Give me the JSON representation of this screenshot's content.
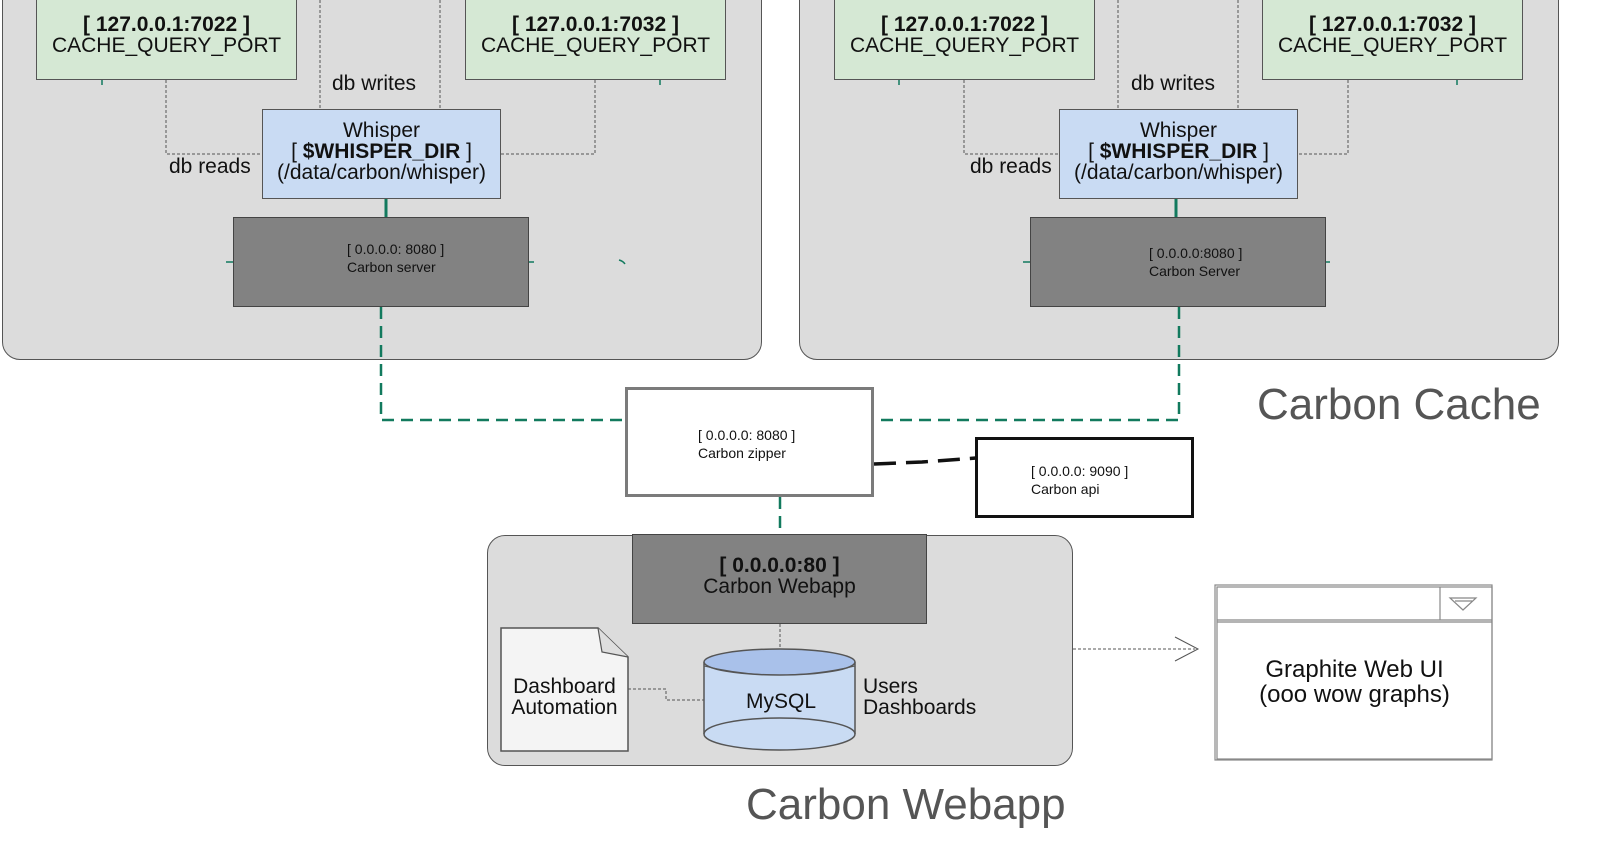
{
  "carbon_cache": {
    "title": "Carbon Cache",
    "left": {
      "port_a": {
        "addr": "[ 127.0.0.1:7022 ]",
        "name": "CACHE_QUERY_PORT"
      },
      "port_b": {
        "addr": "[ 127.0.0.1:7032 ]",
        "name": "CACHE_QUERY_PORT"
      },
      "db_writes": "db writes",
      "db_reads": "db reads",
      "whisper": {
        "title": "Whisper",
        "dir_open": "[ ",
        "dir": "$WHISPER_DIR",
        "dir_close": " ]",
        "path": "(/data/carbon/whisper)"
      },
      "server": {
        "addr": "[ 0.0.0.0: 8080 ]",
        "name": "Carbon server"
      }
    },
    "right": {
      "port_a": {
        "addr": "[ 127.0.0.1:7022 ]",
        "name": "CACHE_QUERY_PORT"
      },
      "port_b": {
        "addr": "[ 127.0.0.1:7032 ]",
        "name": "CACHE_QUERY_PORT"
      },
      "db_writes": "db writes",
      "db_reads": "db reads",
      "whisper": {
        "title": "Whisper",
        "dir_open": "[ ",
        "dir": "$WHISPER_DIR",
        "dir_close": " ]",
        "path": "(/data/carbon/whisper)"
      },
      "server": {
        "addr": "[ 0.0.0.0:8080 ]",
        "name": "Carbon Server"
      }
    }
  },
  "zipper": {
    "addr": "[ 0.0.0.0: 8080 ]",
    "name": "Carbon zipper"
  },
  "api": {
    "addr": "[ 0.0.0.0: 9090 ]",
    "name": "Carbon api"
  },
  "carbon_webapp": {
    "title": "Carbon Webapp",
    "head": {
      "addr": "[ 0.0.0.0:80 ]",
      "name": "Carbon Webapp"
    },
    "doc": {
      "line1": "Dashboard",
      "line2": "Automation"
    },
    "db": {
      "name": "MySQL"
    },
    "db_label": {
      "line1": "Users",
      "line2": "Dashboards"
    }
  },
  "web_ui": {
    "line1": "Graphite Web UI",
    "line2": "(ooo wow graphs)"
  },
  "colors": {
    "panel": "#dcdcdc",
    "port": "#d5e8d4",
    "whisper": "#c9dbf3",
    "server": "#828282",
    "wire": "#127a5e"
  }
}
